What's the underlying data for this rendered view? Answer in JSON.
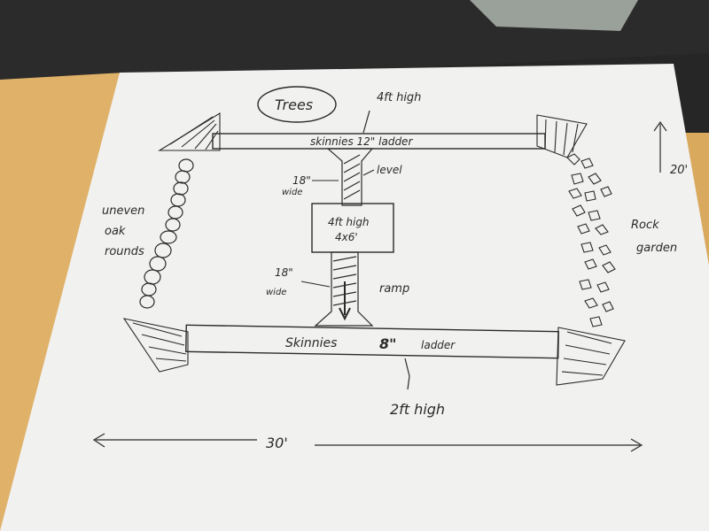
{
  "sketch": {
    "trees_label": "Trees",
    "top_height": "4ft high",
    "top_beam": "skinnies 12\" ladder",
    "width_top_value": "18\"",
    "width_top_unit": "wide",
    "level": "level",
    "platform_height": "4ft high",
    "platform_size": "4x6'",
    "width_bottom_value": "18\"",
    "width_bottom_unit": "wide",
    "ramp": "ramp",
    "bottom_beam_word": "Skinnies",
    "bottom_beam_size": "8\"",
    "bottom_beam_ladder": "ladder",
    "bottom_height": "2ft high",
    "left_label_1": "uneven",
    "left_label_2": "oak",
    "left_label_3": "rounds",
    "right_label_1": "Rock",
    "right_label_2": "garden",
    "right_dimension": "20'",
    "bottom_dimension": "30'"
  },
  "colors": {
    "paper": "#f1f1ef",
    "table": "#e0b168",
    "ink": "#2a2a2a",
    "background": "#2b2b2b"
  }
}
